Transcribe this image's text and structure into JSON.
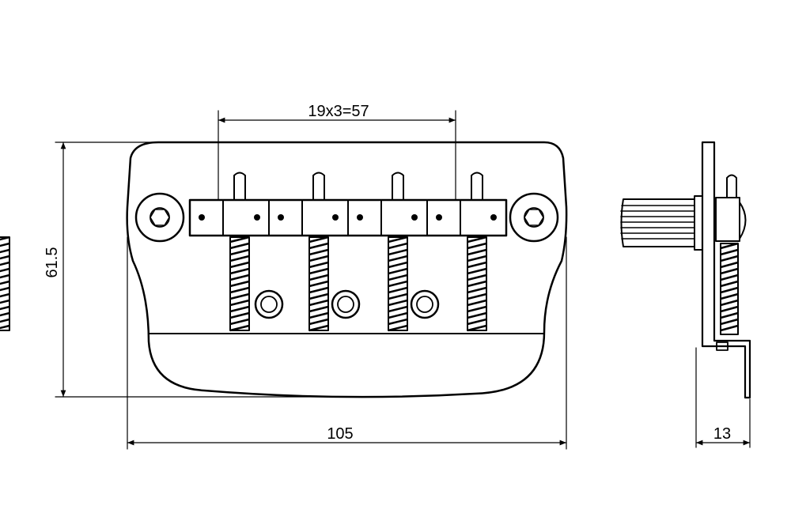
{
  "drawing": {
    "dimensions": {
      "saddle_spacing": "19x3=57",
      "height": "61.5",
      "width": "105",
      "side_depth": "13"
    }
  }
}
